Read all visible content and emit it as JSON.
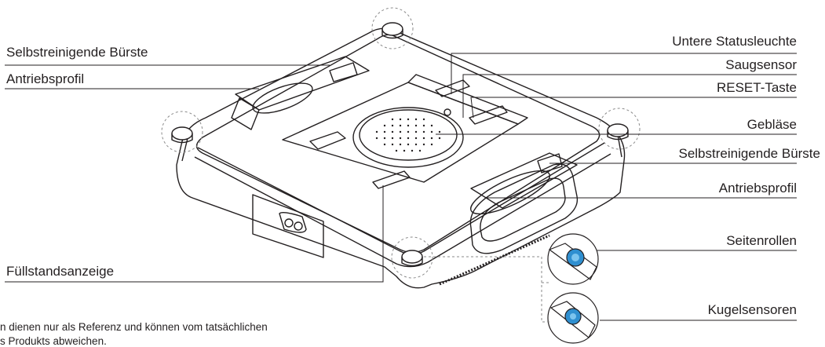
{
  "labels": {
    "left": [
      "Selbstreinigende Bürste",
      "Antriebsprofil",
      "Füllstandsanzeige"
    ],
    "right": [
      "Untere Statusleuchte",
      "Saugsensor",
      "RESET-Taste",
      "Gebläse",
      "Selbstreinigende Bürste",
      "Antriebsprofil",
      "Seitenrollen",
      "Kugelsensoren"
    ]
  },
  "note": {
    "line1": "n dienen nur als Referenz und können vom tatsächlichen",
    "line2": "s Produkts abweichen."
  },
  "colors": {
    "line": "#231f20",
    "body_fill": "#ffffff",
    "sensor_blue": "#2f8fd0",
    "sensor_blue_light": "#7cc4ee"
  }
}
